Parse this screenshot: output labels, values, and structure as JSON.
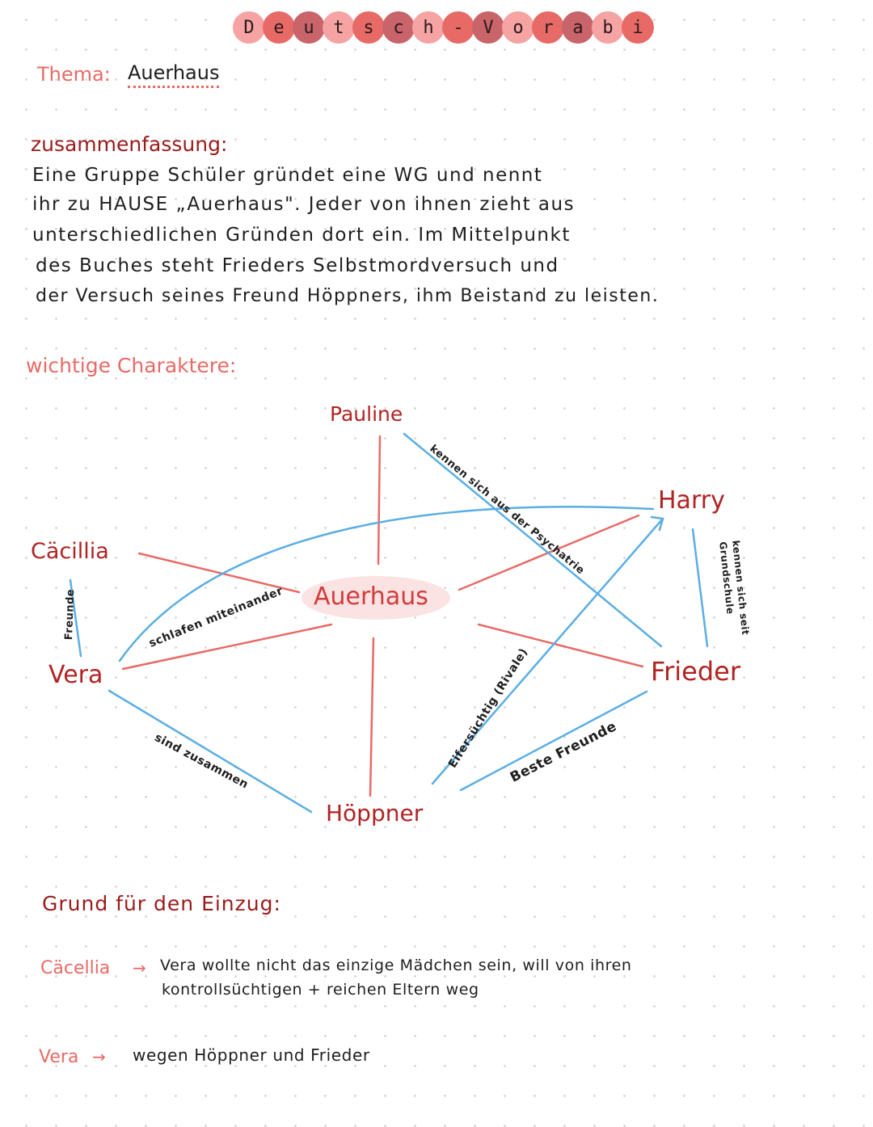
{
  "title_letters": [
    "D",
    "e",
    "u",
    "t",
    "s",
    "c",
    "h",
    "-",
    "V",
    "o",
    "r",
    "a",
    "b",
    "i"
  ],
  "title_colors": [
    "#f5a3a3",
    "#e86a66",
    "#c9646a",
    "#f5a3a3",
    "#e86a66",
    "#c9646a",
    "#f5a3a3",
    "#e86a66",
    "#c9646a",
    "#f5a3a3",
    "#e86a66",
    "#c9646a",
    "#f5a3a3",
    "#e86a66"
  ],
  "topic": {
    "label": "Thema:",
    "value": "Auerhaus"
  },
  "summary": {
    "heading": "zusammenfassung:",
    "lines": [
      "Eine Gruppe  Schüler  gründet  eine  WG  und  nennt",
      "ihr  zu  HAUSE  „Auerhaus\". Jeder  von  ihnen  zieht  aus",
      "unterschiedlichen  Gründen   dort  ein.  Im  Mittelpunkt",
      "des  Buches   steht   Frieders   Selbstmordversuch  und",
      "der  Versuch  seines  Freund   Höppners,  ihm  Beistand  zu leisten."
    ]
  },
  "characters_heading": "wichtige  Charaktere:",
  "diagram": {
    "center": "Auerhaus",
    "nodes": {
      "pauline": "Pauline",
      "harry": "Harry",
      "caecilia": "Cäcillia",
      "vera": "Vera",
      "frieder": "Frieder",
      "hoeppner": "Höppner"
    },
    "labels": {
      "pauline_frieder": "kennen sich aus der Psychatrie",
      "caecilia_vera": "Freunde",
      "vera_harry": "schlafen  miteinander",
      "harry_frieder": "kennen sich seit Grundschule",
      "hoeppner_harry": "Eifersüchtig  (Rivale)",
      "hoeppner_frieder": "Beste  Freunde",
      "vera_hoeppner": "sind  zusammen"
    },
    "colors": {
      "red_line": "#e86a66",
      "blue_line": "#5aaee3",
      "node_text": "#b22222"
    }
  },
  "reasons": {
    "heading": "Grund   für  den  Einzug:",
    "items": [
      {
        "name": "Cäcellia",
        "arrow": "→",
        "line1": "Vera  wollte  nicht  das einzige  Mädchen  sein,  will  von  ihren",
        "line2": "kontrollsüchtigen   +  reichen   Eltern   weg"
      },
      {
        "name": "Vera",
        "arrow": "→",
        "line1": "wegen   Höppner   und  Frieder",
        "line2": ""
      }
    ]
  }
}
